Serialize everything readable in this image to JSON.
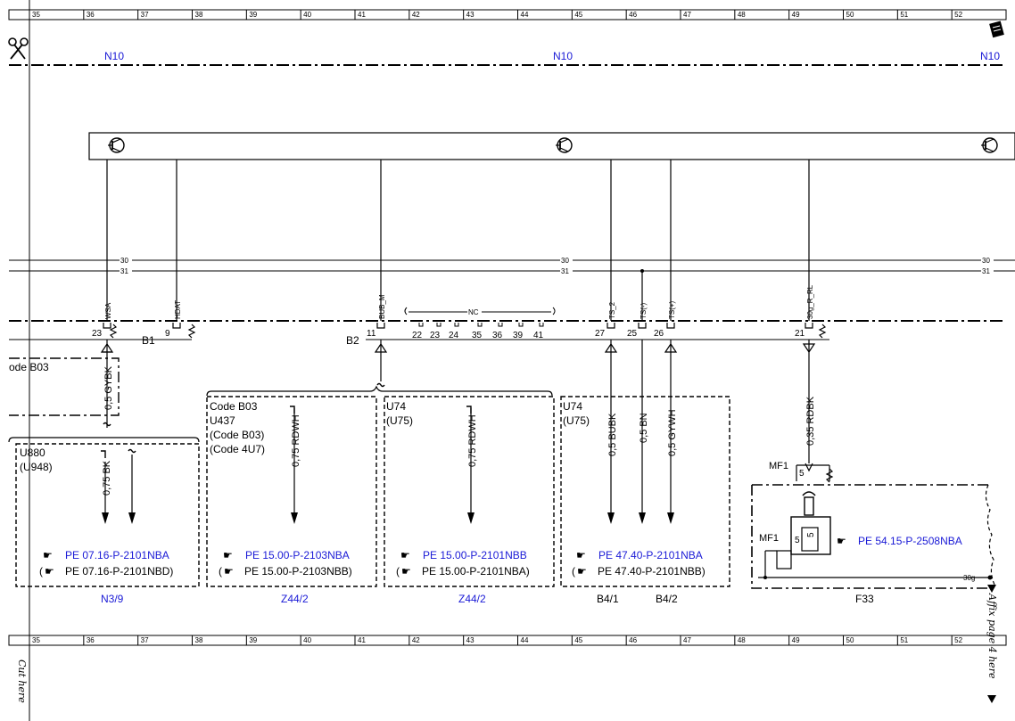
{
  "ruler": {
    "columns": [
      "35",
      "36",
      "37",
      "38",
      "39",
      "40",
      "41",
      "42",
      "43",
      "44",
      "45",
      "46",
      "47",
      "48",
      "49",
      "50",
      "51",
      "52"
    ]
  },
  "ground_label": "N10",
  "bus": {
    "line30": "30",
    "line31": "31",
    "ground30g": "30g"
  },
  "connectors": {
    "b1": "B1",
    "b2": "B2",
    "pins": {
      "p23": "23",
      "p9": "9",
      "p11": "11",
      "p22": "22",
      "p23b": "23",
      "p24": "24",
      "p35": "35",
      "p36": "36",
      "p39": "39",
      "p41": "41",
      "p27": "27",
      "p25": "25",
      "p26": "26",
      "p21": "21"
    },
    "pin_labels": {
      "wsa": "WSA",
      "hdat": "HDAT",
      "bub": "BUB_M",
      "ts2": "TS_2",
      "tsminus": "TS(-)",
      "tsplus": "TS(+)",
      "rrl": "30g_R_RL"
    },
    "nc": "NC"
  },
  "wires": {
    "gybk": "0,5 GYBK",
    "bk": "0,75 BK",
    "rdwh1": "0,75 RDWH",
    "rdwh2": "0,75 RDWH",
    "bubk": "0,5 BUBK",
    "bn": "0,5 BN",
    "gywh": "0,5 GYWH",
    "rdbk": "0,35 RDBK"
  },
  "boxes": {
    "code_b03_left": "ode B03",
    "u880": "U880",
    "u948": "(U948)",
    "box2": [
      "Code B03",
      "U437",
      "(Code B03)",
      "(Code 4U7)"
    ],
    "box3": [
      "U74",
      "(U75)"
    ],
    "box4": [
      "U74",
      "(U75)"
    ]
  },
  "refs": {
    "r1": "PE 07.16-P-2101NBA",
    "r1b": "PE 07.16-P-2101NBD)",
    "r2": "PE 15.00-P-2103NBA",
    "r2b": "PE 15.00-P-2103NBB)",
    "r3": "PE 15.00-P-2101NBB",
    "r3b": "PE 15.00-P-2101NBA)",
    "r4": "PE 47.40-P-2101NBA",
    "r4b": "PE 47.40-P-2101NBB)",
    "r5": "PE 54.15-P-2508NBA",
    "open_paren": "("
  },
  "bottom_labels": {
    "n39": "N3/9",
    "z44a": "Z44/2",
    "z44b": "Z44/2",
    "b41": "B4/1",
    "b42": "B4/2",
    "f33": "F33"
  },
  "fuse": {
    "mf1a": "MF1",
    "mf1b": "MF1",
    "pin5a": "5",
    "pin5b": "5",
    "pin5c": "5"
  },
  "margin": {
    "cut_here": "Cut here",
    "affix": "Affix page 4 here"
  },
  "colors": {
    "link": "#1a1ad6"
  }
}
